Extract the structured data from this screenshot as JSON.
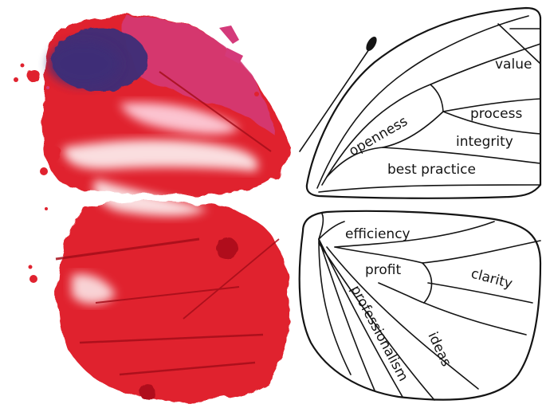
{
  "colors": {
    "paint_red": "#e0222f",
    "paint_deep_red": "#b0101c",
    "paint_magenta": "#d43a7a",
    "paint_indigo": "#3c2e78",
    "paint_pink": "#f07aa0",
    "ink": "#141414",
    "paper": "#ffffff"
  },
  "forewing_labels": {
    "value": "value",
    "process": "process",
    "openness": "openness",
    "integrity": "integrity",
    "best_practice": "best practice"
  },
  "hindwing_labels": {
    "efficiency": "efficiency",
    "profit": "profit",
    "clarity": "clarity",
    "professionalism": "professionalism",
    "ideas": "ideas"
  }
}
